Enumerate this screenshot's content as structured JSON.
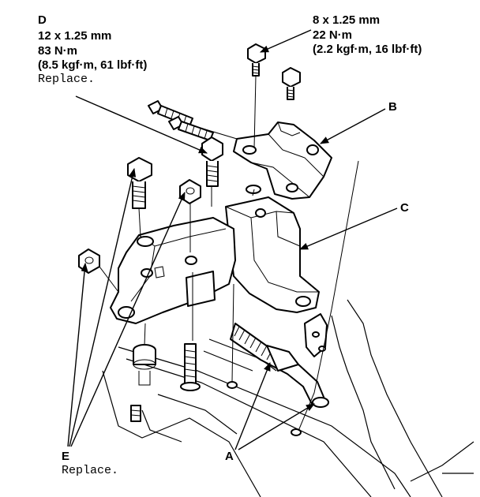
{
  "callout_d": {
    "letter": "D",
    "size": "12 x 1.25 mm",
    "torque": "83 N·m",
    "torque_alt": "(8.5 kgf·m, 61 lbf·ft)",
    "note": "Replace."
  },
  "callout_top": {
    "size": "8 x 1.25 mm",
    "torque": "22 N·m",
    "torque_alt": "(2.2 kgf·m, 16 lbf·ft)"
  },
  "label_b": "B",
  "label_c": "C",
  "label_a": "A",
  "callout_e": {
    "letter": "E",
    "note": "Replace."
  }
}
